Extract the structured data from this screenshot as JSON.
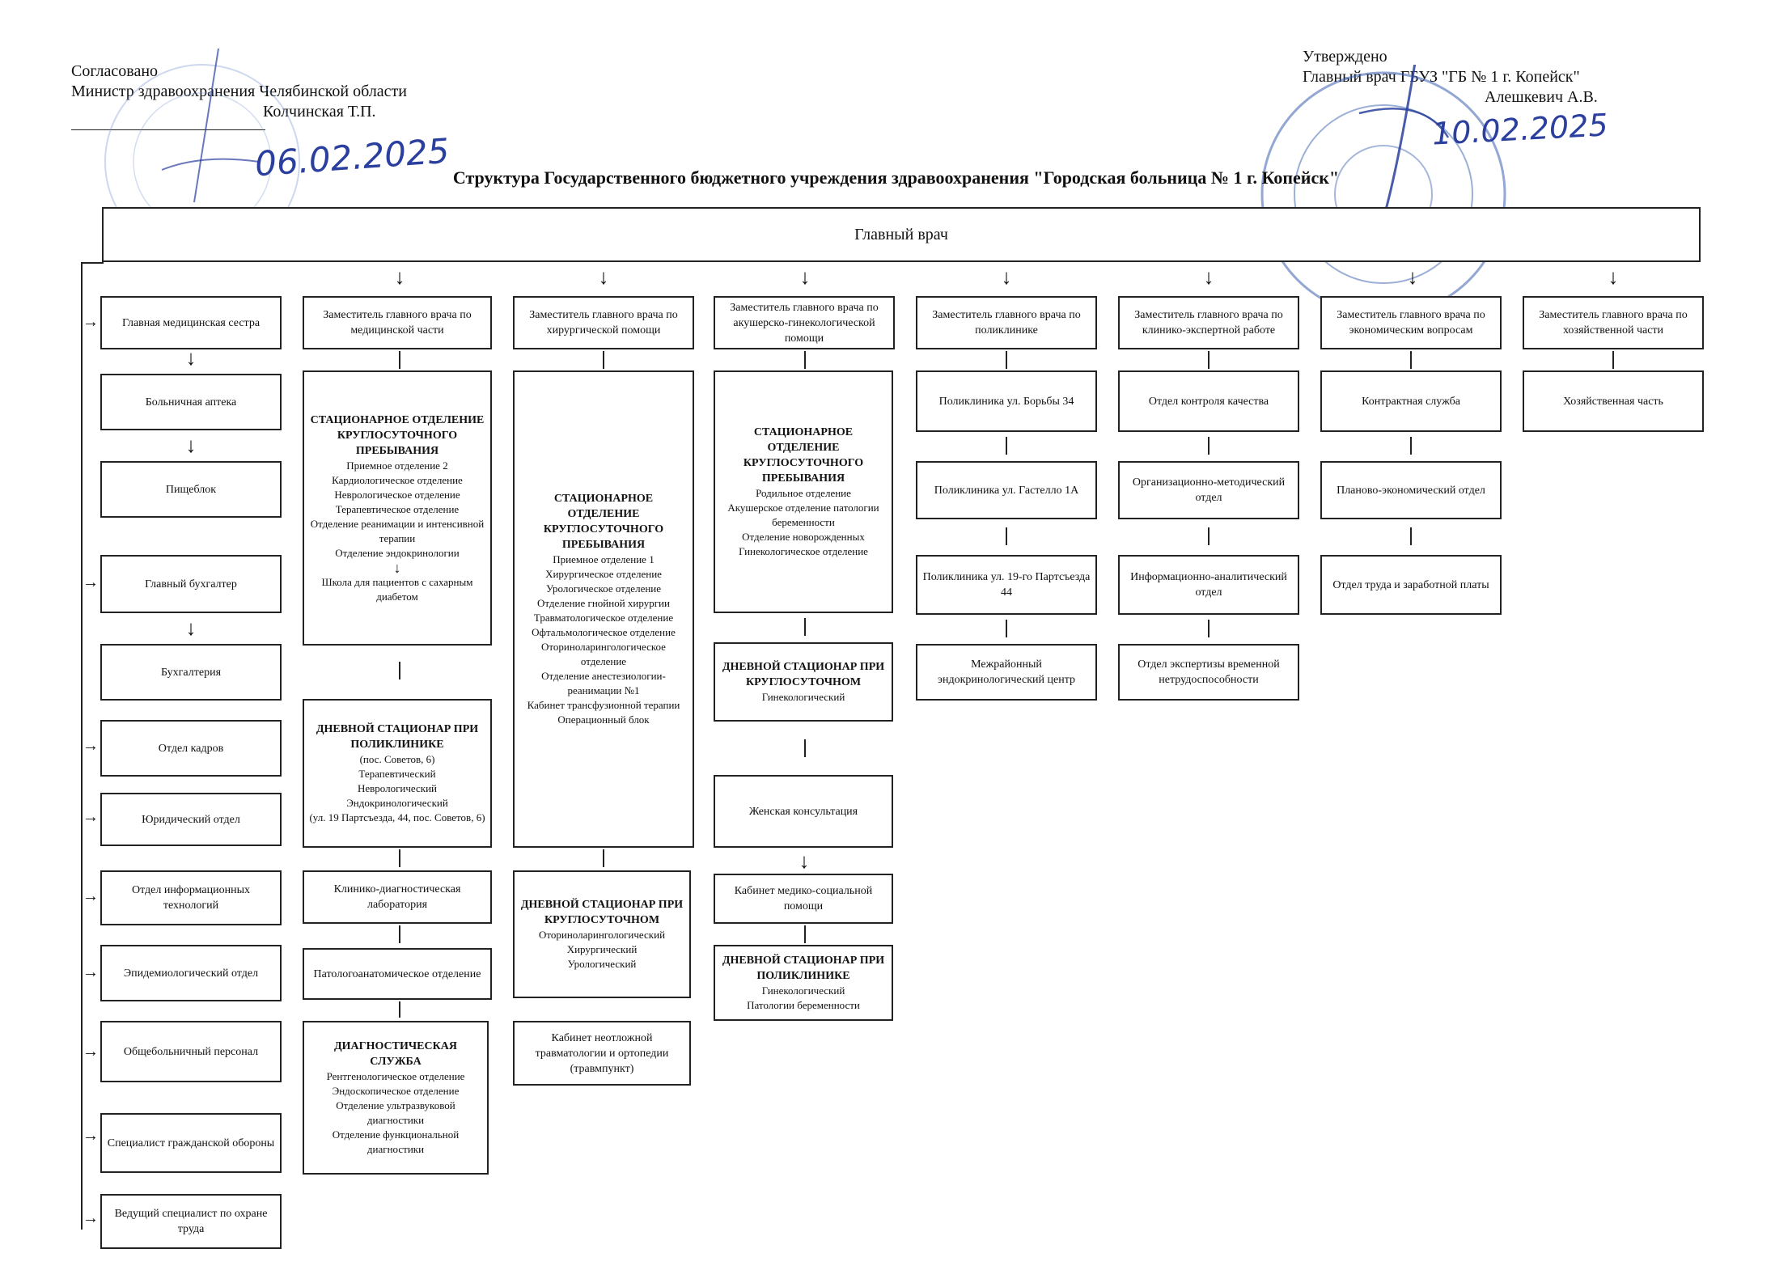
{
  "approval_left": {
    "line1": "Согласовано",
    "line2": "Министр здравоохранения Челябинской области",
    "name": "Колчинская Т.П.",
    "date": "06.02.2025"
  },
  "approval_right": {
    "line1": "Утверждено",
    "line2": "Главный врач ГБУЗ \"ГБ № 1 г. Копейск\"",
    "name": "Алешкевич А.В.",
    "date": "10.02.2025"
  },
  "title": "Структура Государственного бюджетного учреждения здравоохранения \"Городская больница № 1 г. Копейск\"",
  "top_box": "Главный врач",
  "left_column": [
    "Главная медицинская сестра",
    "Больничная аптека",
    "Пищеблок",
    "Главный бухгалтер",
    "Бухгалтерия",
    "Отдел кадров",
    "Юридический отдел",
    "Отдел информационных технологий",
    "Эпидемиологический отдел",
    "Общебольничный персонал",
    "Специалист гражданской обороны",
    "Ведущий специалист по охране труда"
  ],
  "deputy_medical": {
    "head": "Заместитель главного врача по медицинской части",
    "ward": [
      "СТАЦИОНАРНОЕ ОТДЕЛЕНИЕ КРУГЛОСУТОЧНОГО ПРЕБЫВАНИЯ",
      "Приемное отделение 2",
      "Кардиологическое отделение",
      "Неврологическое отделение",
      "Терапевтическое отделение",
      "Отделение реанимации и интенсивной терапии",
      "Отделение эндокринологии"
    ],
    "school": "Школа для пациентов с сахарным диабетом",
    "day": [
      "ДНЕВНОЙ СТАЦИОНАР ПРИ ПОЛИКЛИНИКЕ",
      "(пос. Советов, 6)",
      "Терапевтический",
      "Неврологический",
      "Эндокринологический",
      "(ул. 19 Партсъезда, 44, пос. Советов, 6)"
    ],
    "lab": "Клинико-диагностическая лаборатория",
    "patho": "Патологоанатомическое отделение",
    "diag": [
      "ДИАГНОСТИЧЕСКАЯ СЛУЖБА",
      "Рентгенологическое отделение",
      "Эндоскопическое отделение",
      "Отделение ультразвуковой диагностики",
      "Отделение функциональной диагностики"
    ]
  },
  "deputy_surgery": {
    "head": "Заместитель главного врача по хирургической помощи",
    "ward": [
      "СТАЦИОНАРНОЕ ОТДЕЛЕНИЕ КРУГЛОСУТОЧНОГО ПРЕБЫВАНИЯ",
      "Приемное отделение 1",
      "Хирургическое отделение",
      "Урологическое отделение",
      "Отделение гнойной хирургии",
      "Травматологическое отделение",
      "Офтальмологическое отделение",
      "Оториноларингологическое отделение",
      "Отделение анестезиологии-реанимации №1",
      "Кабинет трансфузионной терапии",
      "Операционный блок"
    ],
    "day": [
      "ДНЕВНОЙ СТАЦИОНАР ПРИ КРУГЛОСУТОЧНОМ",
      "Оториноларингологический",
      "Хирургический",
      "Урологический"
    ],
    "trauma": "Кабинет неотложной травматологии и ортопедии (травмпункт)"
  },
  "deputy_obstetric": {
    "head": "Заместитель главного врача по акушерско-гинекологической помощи",
    "ward": [
      "СТАЦИОНАРНОЕ ОТДЕЛЕНИЕ КРУГЛОСУТОЧНОГО ПРЕБЫВАНИЯ",
      "Родильное отделение",
      "Акушерское отделение патологии беременности",
      "Отделение новорожденных",
      "Гинекологическое отделение"
    ],
    "day": [
      "ДНЕВНОЙ СТАЦИОНАР ПРИ КРУГЛОСУТОЧНОМ",
      "Гинекологический"
    ],
    "consult": "Женская консультация",
    "social": "Кабинет медико-социальной помощи",
    "day2": [
      "ДНЕВНОЙ СТАЦИОНАР ПРИ ПОЛИКЛИНИКЕ",
      "Гинекологический",
      "Патологии беременности"
    ]
  },
  "deputy_polyclinic": {
    "head": "Заместитель главного врача по поликлинике",
    "items": [
      "Поликлиника ул. Борьбы 34",
      "Поликлиника ул. Гастелло 1А",
      "Поликлиника ул. 19-го Партсъезда 44",
      "Межрайонный эндокринологический центр"
    ]
  },
  "deputy_expert": {
    "head": "Заместитель главного врача по клинико-экспертной работе",
    "items": [
      "Отдел контроля качества",
      "Организационно-методический отдел",
      "Информационно-аналитический отдел",
      "Отдел экспертизы временной нетрудоспособности"
    ]
  },
  "deputy_economic": {
    "head": "Заместитель главного врача по экономическим вопросам",
    "items": [
      "Контрактная служба",
      "Планово-экономический отдел",
      "Отдел труда и заработной платы"
    ]
  },
  "deputy_household": {
    "head": "Заместитель главного врача по хозяйственной части",
    "items": [
      "Хозяйственная часть"
    ]
  },
  "colors": {
    "border": "#222222",
    "stamp": "#3a5fb0",
    "signature": "#2a3f9e"
  }
}
